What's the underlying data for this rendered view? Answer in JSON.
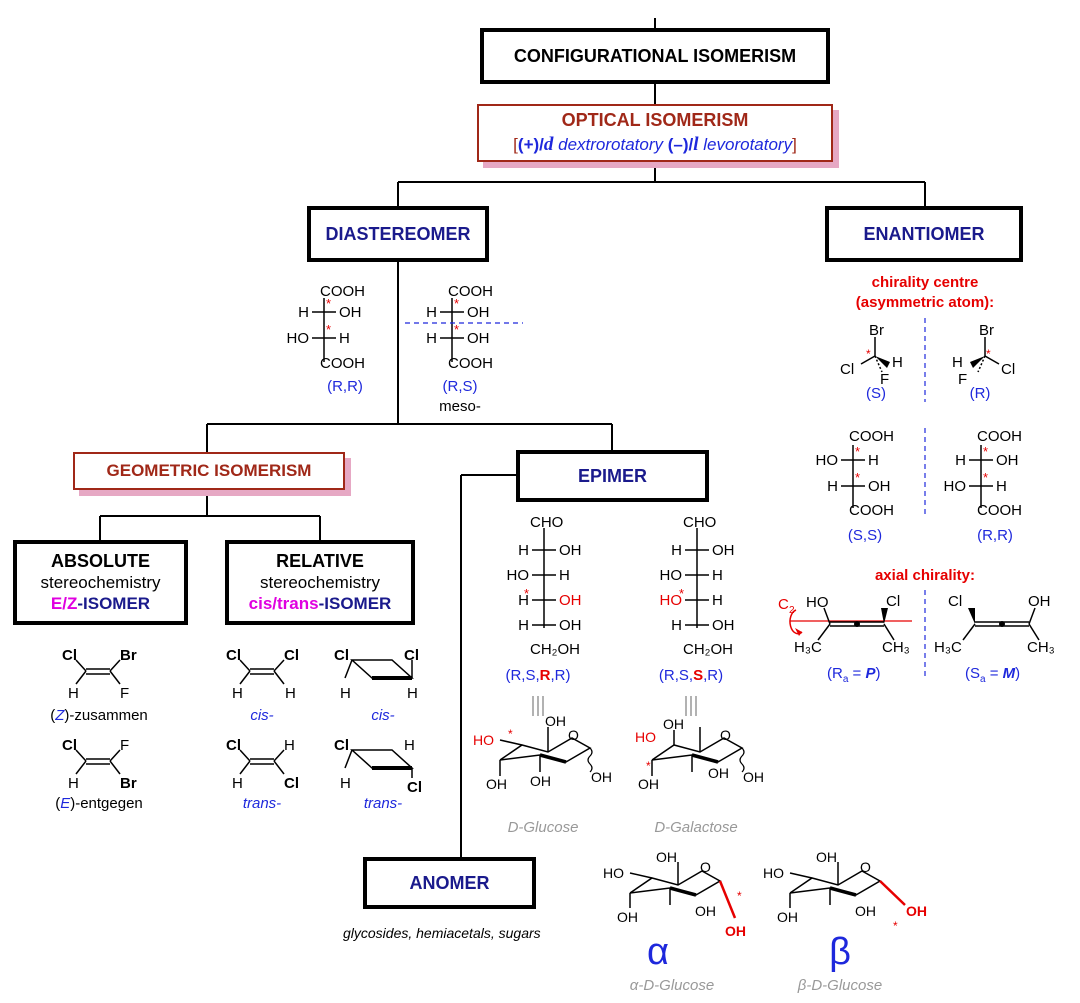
{
  "root": {
    "label": "CONFIGURATIONAL ISOMERISM"
  },
  "optical": {
    "title": "OPTICAL ISOMERISM",
    "open_bracket": "[",
    "d_symbol": "(+)/",
    "d_letter": "d",
    "dextro": "dextrorotatory",
    "l_symbol": "(–)/",
    "l_letter": "l",
    "levo": "levorotatory",
    "close_bracket": "]"
  },
  "diastereomer": {
    "label": "DIASTEREOMER",
    "tartaric_rr": {
      "top": "COOH",
      "r1": [
        "H",
        "OH"
      ],
      "r2": [
        "HO",
        "H"
      ],
      "bottom": "COOH",
      "config": "(R,R)"
    },
    "tartaric_meso": {
      "top": "COOH",
      "r1": [
        "H",
        "OH"
      ],
      "r2": [
        "H",
        "OH"
      ],
      "bottom": "COOH",
      "config": "(R,S)",
      "note": "meso-"
    }
  },
  "enantiomer": {
    "label": "ENANTIOMER",
    "centre_title_1": "chirality centre",
    "centre_title_2": "(asymmetric atom):",
    "s_mol": {
      "top": "Br",
      "left": "Cl",
      "right": "H",
      "bottom": "F",
      "config": "(S)"
    },
    "r_mol": {
      "top": "Br",
      "left": "H",
      "right": "Cl",
      "bottom": "F",
      "config": "(R)"
    },
    "tartaric_ss": {
      "top": "COOH",
      "r1": [
        "HO",
        "H"
      ],
      "r2": [
        "H",
        "OH"
      ],
      "bottom": "COOH",
      "config": "(S,S)"
    },
    "tartaric_rr": {
      "top": "COOH",
      "r1": [
        "H",
        "OH"
      ],
      "r2": [
        "HO",
        "H"
      ],
      "bottom": "COOH",
      "config": "(R,R)"
    },
    "axial_title": "axial chirality:",
    "axial_left": {
      "c2": "C",
      "c2_sub": "2",
      "ho": "HO",
      "cl": "Cl",
      "h3c": "H₃C",
      "ch3": "CH₃",
      "config_a": "(R",
      "config_sub": "a",
      "config_eq": " = ",
      "config_letter": "P",
      "config_close": ")"
    },
    "axial_right": {
      "cl": "Cl",
      "oh": "OH",
      "h3c": "H₃C",
      "ch3": "CH₃",
      "config_a": "(S",
      "config_sub": "a",
      "config_eq": " = ",
      "config_letter": "M",
      "config_close": ")"
    }
  },
  "geometric": {
    "label": "GEOMETRIC ISOMERISM",
    "absolute": {
      "line1": "ABSOLUTE",
      "line2": "stereochemistry",
      "ez": "E/Z",
      "isomer": "-ISOMER"
    },
    "relative": {
      "line1": "RELATIVE",
      "line2": "stereochemistry",
      "ct": "cis/trans",
      "isomer": "-ISOMER"
    },
    "z_mol": {
      "tl": "Cl",
      "tr": "Br",
      "bl": "H",
      "br": "F",
      "label_paren_open": "(",
      "label_letter": "Z",
      "label_rest": ")-zusammen"
    },
    "e_mol": {
      "tl": "Cl",
      "tr": "F",
      "bl": "H",
      "br": "Br",
      "label_paren_open": "(",
      "label_letter": "E",
      "label_rest": ")-entgegen"
    },
    "cis_alkene": {
      "tl": "Cl",
      "tr": "Cl",
      "bl": "H",
      "br": "H",
      "label": "cis-"
    },
    "trans_alkene": {
      "tl": "Cl",
      "tr": "H",
      "bl": "H",
      "br": "Cl",
      "label": "trans-"
    },
    "cis_ring": {
      "tl": "Cl",
      "tr": "Cl",
      "bl": "H",
      "br": "H",
      "label": "cis-"
    },
    "trans_ring": {
      "tl": "Cl",
      "tr": "H",
      "bl": "H",
      "br": "Cl",
      "label": "trans-"
    }
  },
  "epimer": {
    "label": "EPIMER",
    "glucose": {
      "top": "CHO",
      "rows": [
        [
          "H",
          "OH"
        ],
        [
          "HO",
          "H"
        ],
        [
          "H",
          "OH"
        ],
        [
          "H",
          "OH"
        ]
      ],
      "bottom": "CH₂OH",
      "config_a": "(R,S,",
      "config_r": "R",
      "config_b": ",R)",
      "ring_label": "D-Glucose"
    },
    "galactose": {
      "top": "CHO",
      "rows": [
        [
          "H",
          "OH"
        ],
        [
          "HO",
          "H"
        ],
        [
          "HO",
          "H"
        ],
        [
          "H",
          "OH"
        ]
      ],
      "bottom": "CH₂OH",
      "config_a": "(R,S,",
      "config_r": "S",
      "config_b": ",R)",
      "ring_label": "D-Galactose"
    },
    "ring_atoms": {
      "oh": "OH",
      "ho": "HO",
      "o": "O"
    }
  },
  "anomer": {
    "label": "ANOMER",
    "note": "glycosides, hemiacetals, sugars",
    "alpha_symbol": "α",
    "beta_symbol": "β",
    "alpha_label": "α-D-Glucose",
    "beta_label": "β-D-Glucose"
  },
  "colors": {
    "navy": "#1a1a8c",
    "brown": "#a02818",
    "red": "#e60000",
    "blue": "#1e28dc",
    "magenta": "#e000e0",
    "gray": "#999999",
    "pink_shadow": "#e6a8c4"
  }
}
